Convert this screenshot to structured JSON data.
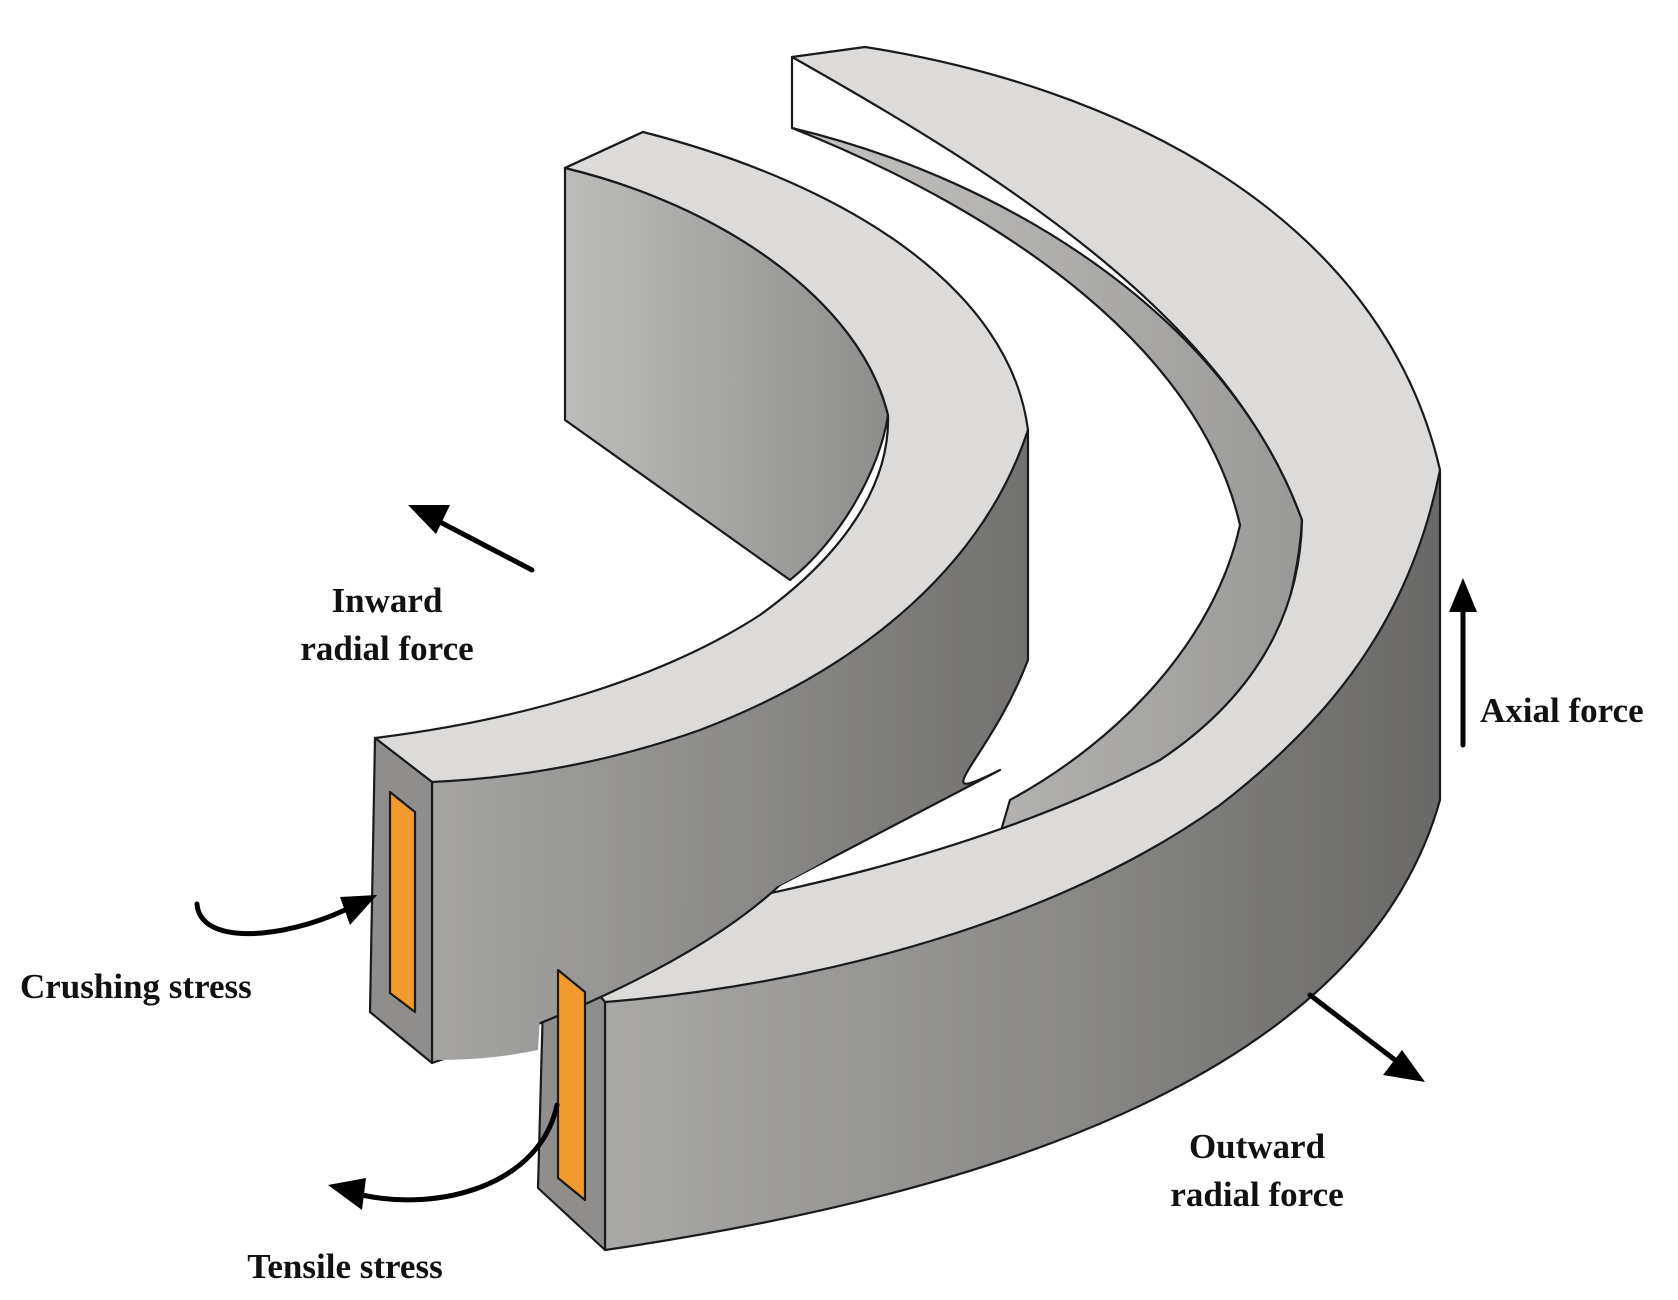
{
  "labels": {
    "inward_line1": "Inward",
    "inward_line2": "radial force",
    "axial": "Axial force",
    "crushing": "Crushing stress",
    "outward_line1": "Outward",
    "outward_line2": "radial force",
    "tensile": "Tensile stress"
  },
  "colors": {
    "top_face": "#dcdbd9",
    "side_dark": "#6f6e6c",
    "side_light": "#a3a2a0",
    "end_face": "#8f8e8c",
    "conductor": "#f39a2e",
    "arrow": "#000000"
  }
}
